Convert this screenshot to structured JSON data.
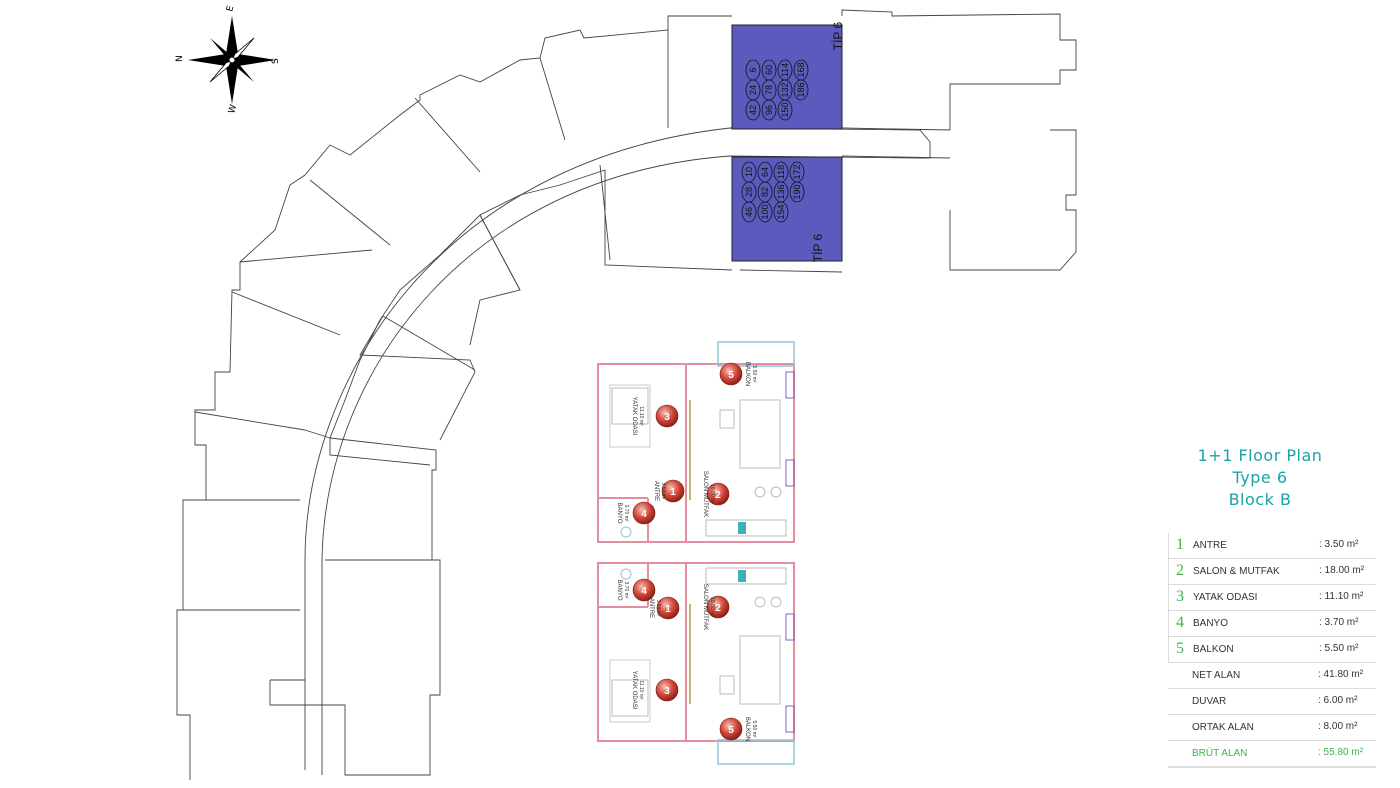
{
  "compass": {
    "north": "N",
    "east": "E",
    "south": "S",
    "west": "W"
  },
  "highlight": {
    "label": "TİP 6",
    "upper_units": [
      "6",
      "24",
      "42",
      "60",
      "78",
      "96",
      "114",
      "132",
      "150",
      "168",
      "186"
    ],
    "lower_units": [
      "10",
      "28",
      "46",
      "64",
      "82",
      "100",
      "118",
      "136",
      "154",
      "172",
      "190"
    ]
  },
  "plan_top": {
    "rooms": [
      {
        "num": "5",
        "name": "BALKON",
        "area": "5.50 m²"
      },
      {
        "num": "3",
        "name": "YATAK ODASI",
        "area": "11.10 m²"
      },
      {
        "num": "2",
        "name": "SALON MUTFAK",
        "area": "18.00 m²"
      },
      {
        "num": "1",
        "name": "ANTRE",
        "area": "3.50 m²"
      },
      {
        "num": "4",
        "name": "BANYO",
        "area": "3.70 m²"
      }
    ]
  },
  "plan_bottom": {
    "rooms": [
      {
        "num": "4",
        "name": "BANYO",
        "area": "3.70 m²"
      },
      {
        "num": "1",
        "name": "ANTRE",
        "area": "3.50 m²"
      },
      {
        "num": "2",
        "name": "SALON MUTFAK",
        "area": "18.00 m²"
      },
      {
        "num": "3",
        "name": "YATAK ODASI",
        "area": "11.10 m²"
      },
      {
        "num": "5",
        "name": "BALKON",
        "area": "5.50 m²"
      }
    ]
  },
  "title": {
    "line1": "1+1 Floor Plan",
    "line2": "Type 6",
    "line3": "Block B"
  },
  "legend": [
    {
      "num": "1",
      "name": "ANTRE",
      "value": ": 3.50 m²"
    },
    {
      "num": "2",
      "name": "SALON & MUTFAK",
      "value": ": 18.00 m²"
    },
    {
      "num": "3",
      "name": "YATAK ODASI",
      "value": ": 11.10 m²"
    },
    {
      "num": "4",
      "name": "BANYO",
      "value": ": 3.70 m²"
    },
    {
      "num": "5",
      "name": "BALKON",
      "value": ": 5.50 m²"
    }
  ],
  "summary": [
    {
      "name": "NET ALAN",
      "value": ": 41.80 m²"
    },
    {
      "name": "DUVAR",
      "value": ": 6.00 m²"
    },
    {
      "name": "ORTAK ALAN",
      "value": ": 8.00 m²"
    },
    {
      "name": "BRÜT ALAN",
      "value": ": 55.80 m²"
    }
  ],
  "colors": {
    "highlight": "#5b5bbd",
    "accent": "#1aa3a6",
    "legend_green": "#3fb24a",
    "badge": "#c0392b"
  }
}
